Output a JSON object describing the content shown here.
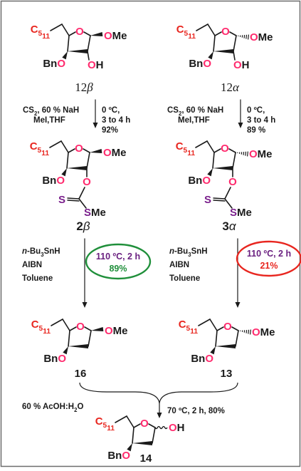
{
  "colors": {
    "frame": "#6d6d6d",
    "bond": "#1a1a1a",
    "oxygen": "#ff2a6d",
    "alkyl": "#e8261f",
    "sulfur": "#7a1f8c",
    "cond_purple": "#6a2080",
    "good": "#1f8f3a",
    "bad": "#e8261f"
  },
  "fragments": {
    "pentyl": "C",
    "pentyl_sub": "5",
    "pentyl_sub2": "11",
    "benzyl": "Bn",
    "ring_o": "O",
    "methoxy_o": "O",
    "methoxy_me": "Me",
    "hydroxyl_o": "O",
    "hydroxyl_h": "H",
    "sulfur": "S",
    "smethyl_me": "Me"
  },
  "compounds": {
    "c12beta": {
      "num": "12",
      "greek": "β"
    },
    "c12alpha": {
      "num": "12",
      "greek": "α"
    },
    "c2beta": {
      "num": "2",
      "greek": "β"
    },
    "c3alpha": {
      "num": "3",
      "greek": "α"
    },
    "c16": "16",
    "c13": "13",
    "c14": "14"
  },
  "steps": {
    "xanthate_left": {
      "reagent_1": "CS",
      "reagent_1_sub": "2",
      "reagent_1_tail": ", 60 % NaH",
      "reagent_2": "MeI,THF",
      "temp": "0 ºC,",
      "time": "3 to 4 h",
      "yield": "92%"
    },
    "xanthate_right": {
      "reagent_1": "CS",
      "reagent_1_sub": "2",
      "reagent_1_tail": ", 60 % NaH",
      "reagent_2": "MeI,THF",
      "temp": "0 ºC,",
      "time": "3 to 4 h",
      "yield": "89 %"
    },
    "deoxy_left": {
      "reagent_1_prefix": "n",
      "reagent_1": "-Bu",
      "reagent_1_sub": "3",
      "reagent_1_tail": "SnH",
      "reagent_2": "AIBN",
      "reagent_3": "Toluene",
      "condition": "110 ºC, 2 h",
      "yield": "89%"
    },
    "deoxy_right": {
      "reagent_1_prefix": "n",
      "reagent_1": "-Bu",
      "reagent_1_sub": "3",
      "reagent_1_tail": "SnH",
      "reagent_2": "AIBN",
      "reagent_3": "Toluene",
      "condition": "110 ºC, 2 h",
      "yield": "21%"
    },
    "hydrolysis": {
      "reagent": "60 % AcOH:H",
      "reagent_sub": "2",
      "reagent_tail": "O",
      "condition": "70 ºC, 2 h, 80%"
    }
  }
}
